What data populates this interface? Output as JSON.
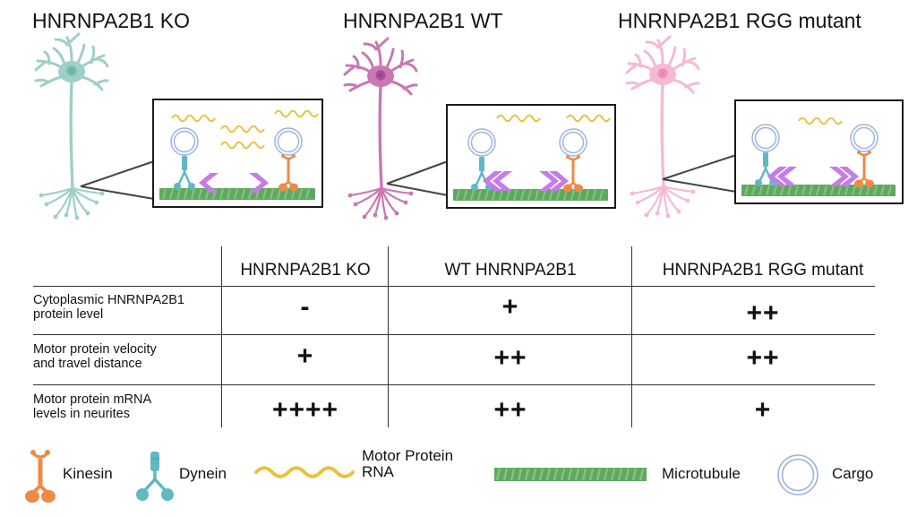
{
  "panels": [
    {
      "title": "HNRNPA2B1 KO",
      "neuron_color": "#9ecfc9",
      "nucleus_color": "#5fb0a4",
      "rna_count": 4,
      "arrow": "single"
    },
    {
      "title": "HNRNPA2B1 WT",
      "neuron_color": "#c978b3",
      "nucleus_color": "#8e3f86",
      "rna_count": 2,
      "arrow": "double"
    },
    {
      "title": "HNRNPA2B1 RGG mutant",
      "neuron_color": "#f6b9d3",
      "nucleus_color": "#ee7aac",
      "rna_count": 1,
      "arrow": "double"
    }
  ],
  "table": {
    "columns": [
      "HNRNPA2B1 KO",
      "WT HNRNPA2B1",
      "HNRNPA2B1 RGG mutant"
    ],
    "rows": [
      {
        "label_line1": "Cytoplasmic HNRNPA2B1",
        "label_line2": "protein level",
        "values": [
          "-",
          "+",
          "++"
        ]
      },
      {
        "label_line1": "Motor protein velocity",
        "label_line2": "and travel distance",
        "values": [
          "+",
          "++",
          "++"
        ]
      },
      {
        "label_line1": "Motor protein mRNA",
        "label_line2": "levels in neurites",
        "values": [
          "++++",
          "++",
          "+"
        ]
      }
    ]
  },
  "legend": {
    "kinesin": "Kinesin",
    "dynein": "Dynein",
    "rna_line1": "Motor Protein",
    "rna_line2": "RNA",
    "microtubule": "Microtubule",
    "cargo": "Cargo"
  },
  "colors": {
    "kinesin": "#ef8a45",
    "dynein": "#5fb8c4",
    "rna": "#e8c143",
    "microtubule": "#5fa85f",
    "microtubule_stripe": "#8cc78c",
    "cargo": "#9db4e0",
    "arrow": "#c77be8"
  }
}
